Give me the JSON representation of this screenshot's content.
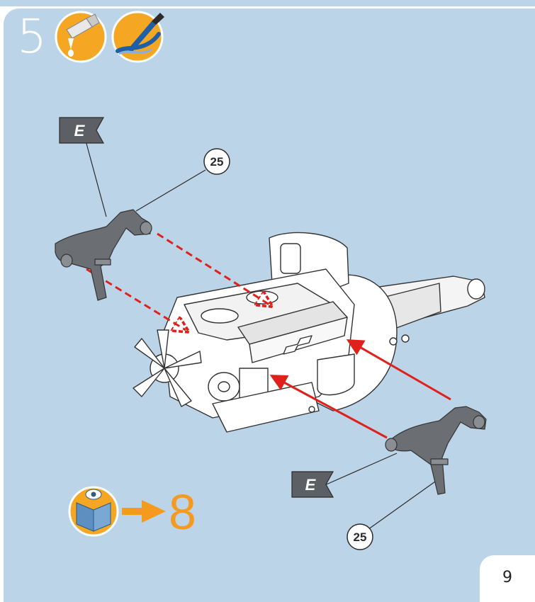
{
  "step": {
    "number": "5"
  },
  "icons": [
    {
      "name": "glue-icon"
    },
    {
      "name": "paint-brush-icon"
    }
  ],
  "parts": {
    "flag_label_top": "E",
    "flag_label_bottom": "E",
    "callout_top": "25",
    "callout_bottom": "25"
  },
  "reference": {
    "icon": "book-eye-icon",
    "target_step": "8"
  },
  "page": {
    "number": "9"
  },
  "colors": {
    "background": "#bcd4e8",
    "accent_orange": "#f59a1e",
    "arrow_red": "#e0201b",
    "part_gray": "#6b6e73"
  }
}
